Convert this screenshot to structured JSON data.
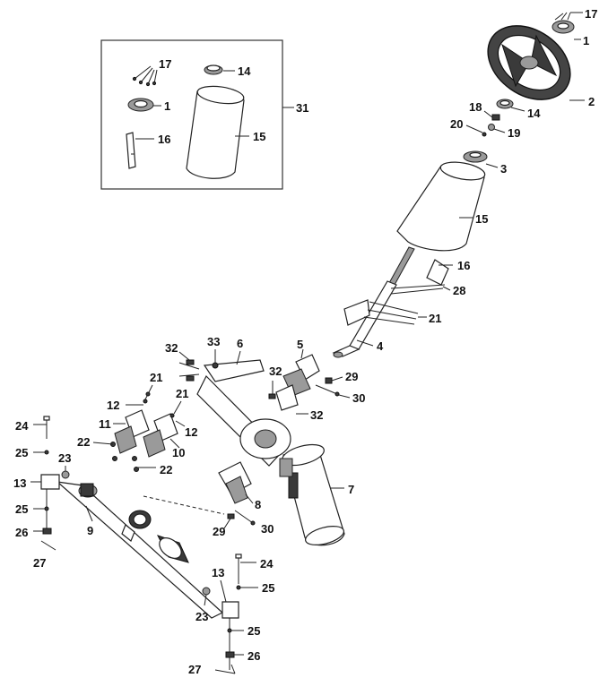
{
  "callouts": {
    "c17a": "17",
    "c1a": "1",
    "c2": "2",
    "c14a": "14",
    "c18": "18",
    "c19": "19",
    "c20": "20",
    "c3": "3",
    "c15a": "15",
    "c16a": "16",
    "c28": "28",
    "c21a": "21",
    "c4": "4",
    "c5": "5",
    "c29a": "29",
    "c30a": "30",
    "c32a": "32",
    "c32b": "32",
    "c32c": "32",
    "c33": "33",
    "c6": "6",
    "c7": "7",
    "c8": "8",
    "c29b": "29",
    "c30b": "30",
    "c21b": "21",
    "c21c": "21",
    "c12a": "12",
    "c12b": "12",
    "c11": "11",
    "c10": "10",
    "c22a": "22",
    "c22b": "22",
    "c24a": "24",
    "c25a": "25",
    "c23a": "23",
    "c13a": "13",
    "c25b": "25",
    "c9": "9",
    "c26a": "26",
    "c27a": "27",
    "c24b": "24",
    "c13b": "13",
    "c25c": "25",
    "c23b": "23",
    "c25d": "25",
    "c26b": "26",
    "c27b": "27",
    "inset17": "17",
    "inset14": "14",
    "inset1": "1",
    "inset15": "15",
    "inset16": "16",
    "inset31": "31"
  }
}
